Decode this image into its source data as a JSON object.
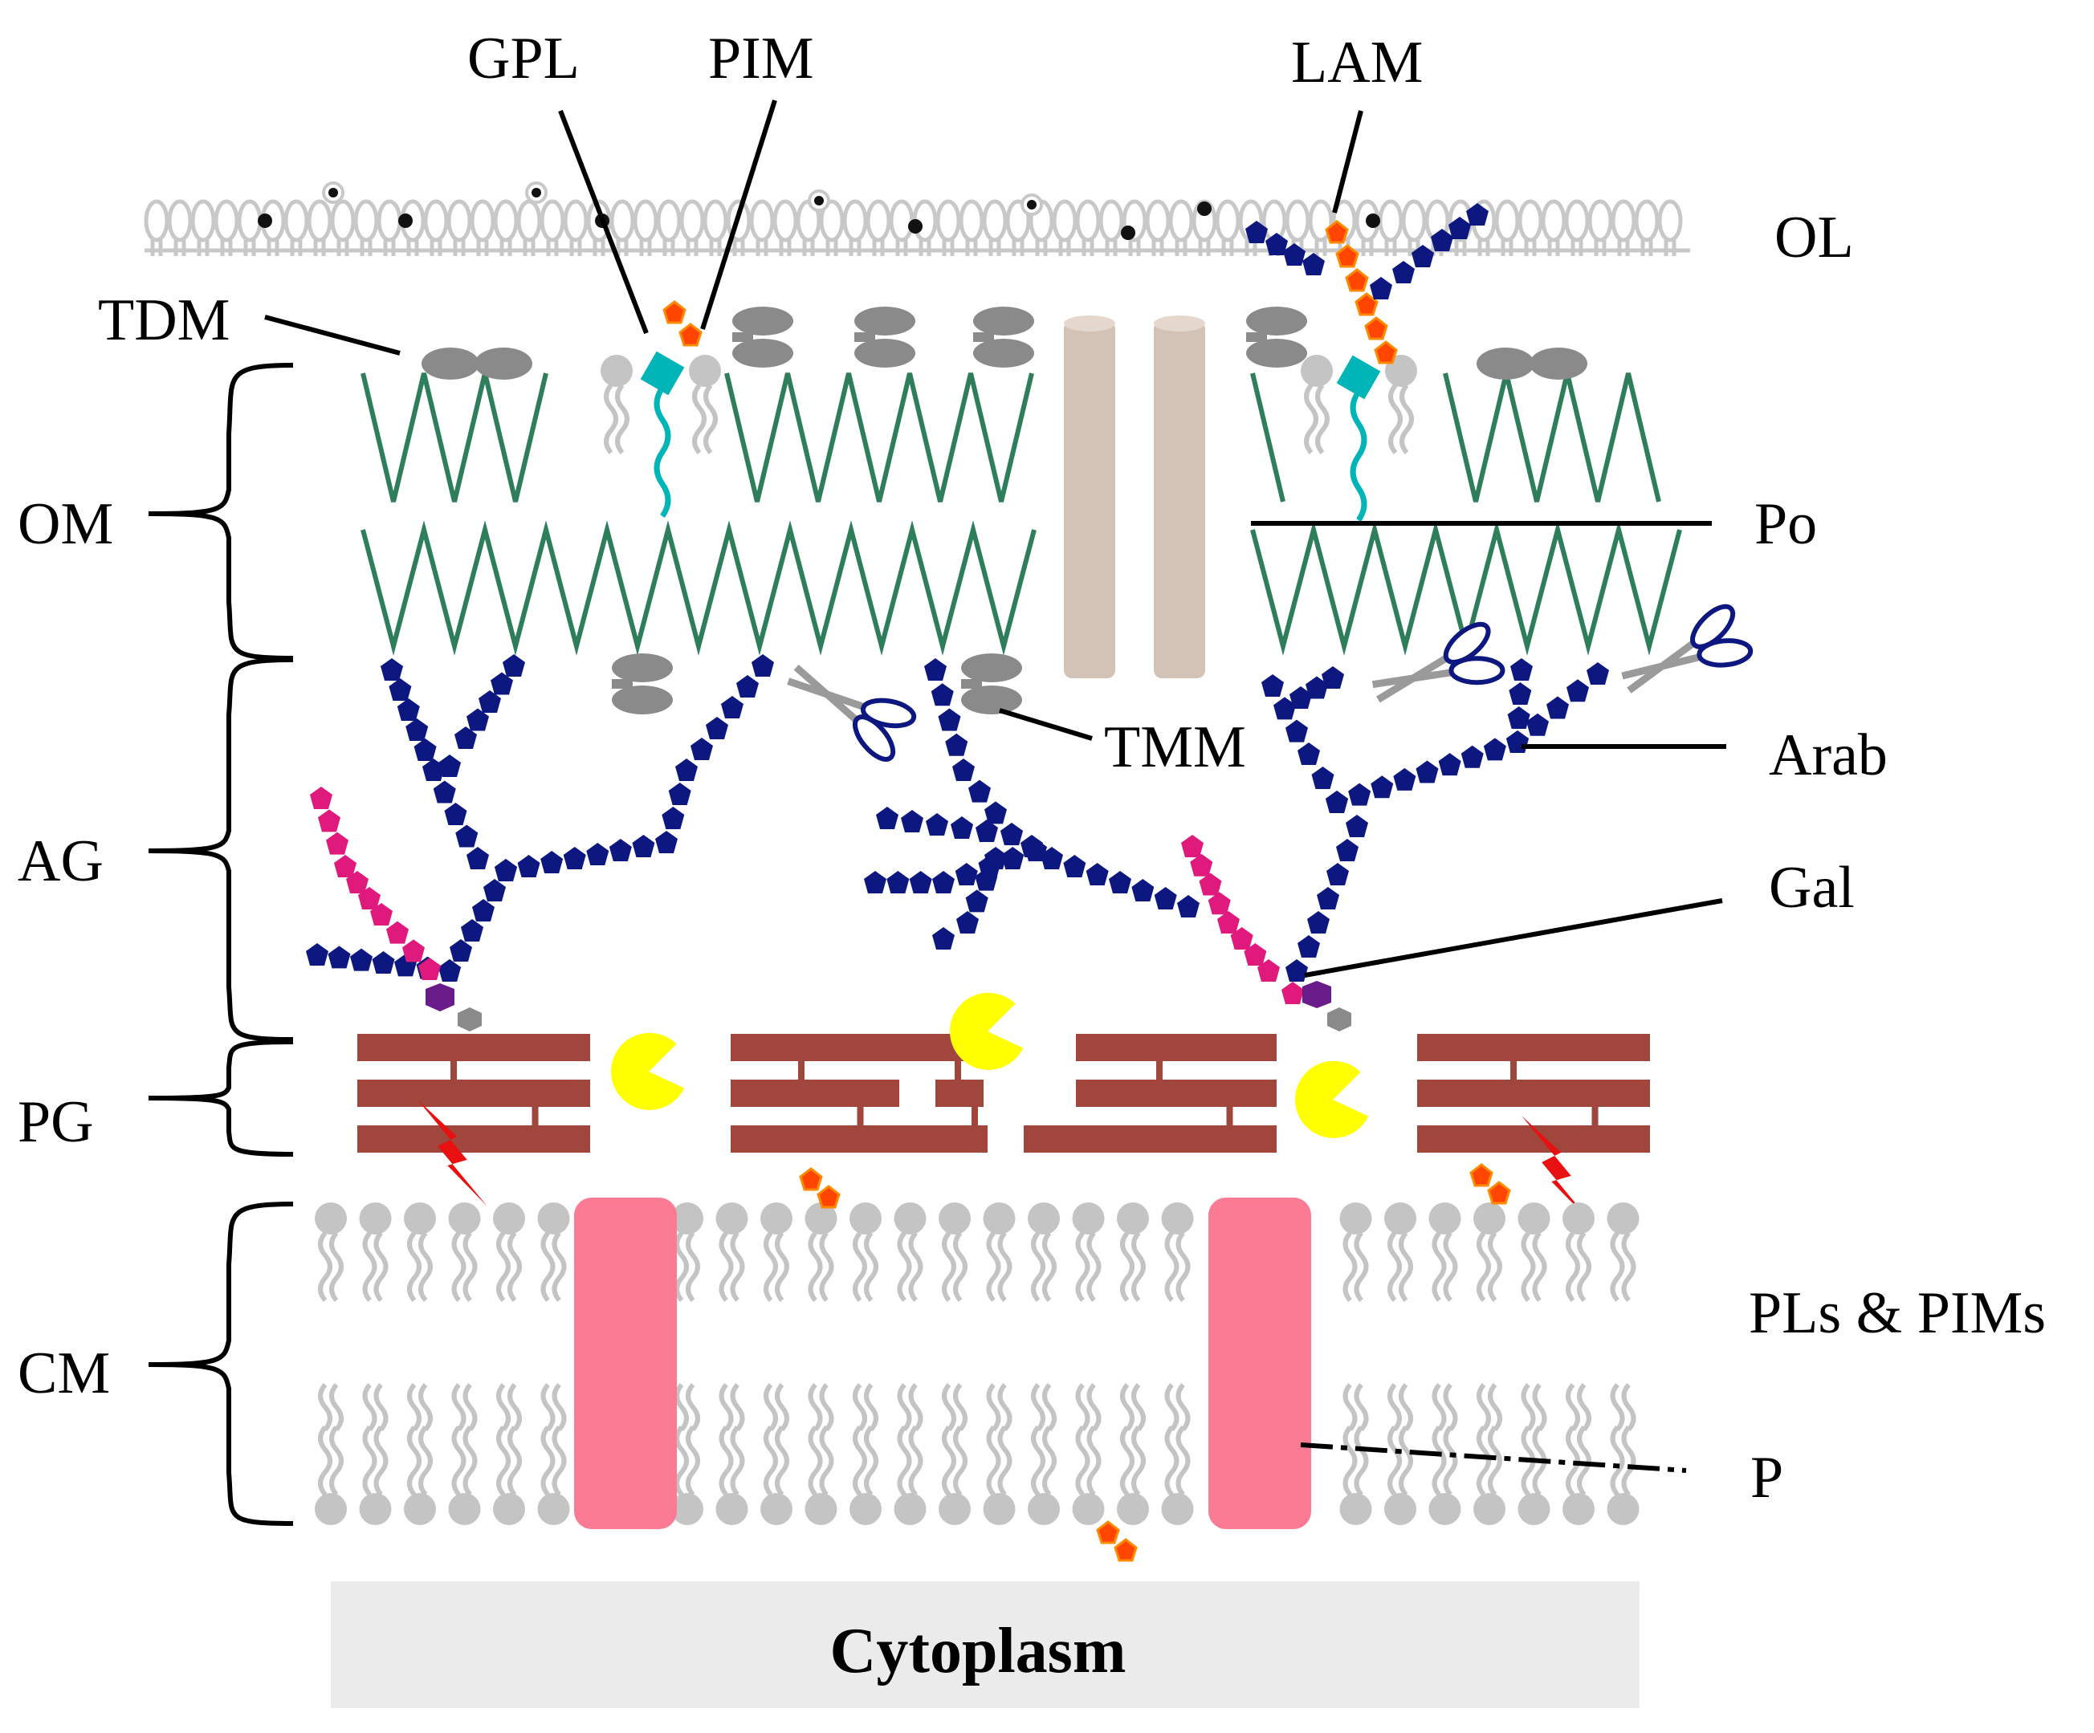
{
  "labels": {
    "gpl": "GPL",
    "pim": "PIM",
    "lam": "LAM",
    "ol": "OL",
    "tdm": "TDM",
    "om": "OM",
    "po": "Po",
    "ag": "AG",
    "tmm": "TMM",
    "arab": "Arab",
    "gal": "Gal",
    "pg": "PG",
    "cm": "CM",
    "pls_pims": "PLs & PIMs",
    "p": "P",
    "cytoplasm": "Cytoplasm"
  },
  "colors": {
    "outer_layer": "#c8c8c8",
    "mycolic_acid": "#2e7d5b",
    "arabinan": "#0d1780",
    "galactan": "#e0197d",
    "peptidoglycan": "#a0463c",
    "porin": "#d3c2b6",
    "membrane_protein": "#fb7b94",
    "phospholipid_head": "#c4c4c4",
    "sugar": "#ff4500",
    "enzyme": "#ffff00",
    "lipid_anchor": "#00b5b8",
    "linker": "#6a1b8a",
    "cytoplasm_box": "#ebebeb",
    "lightning": "#e81010"
  },
  "icons": [
    "scissors-icon",
    "pacman-enzyme-icon",
    "lightning-icon",
    "sugar-icon"
  ]
}
